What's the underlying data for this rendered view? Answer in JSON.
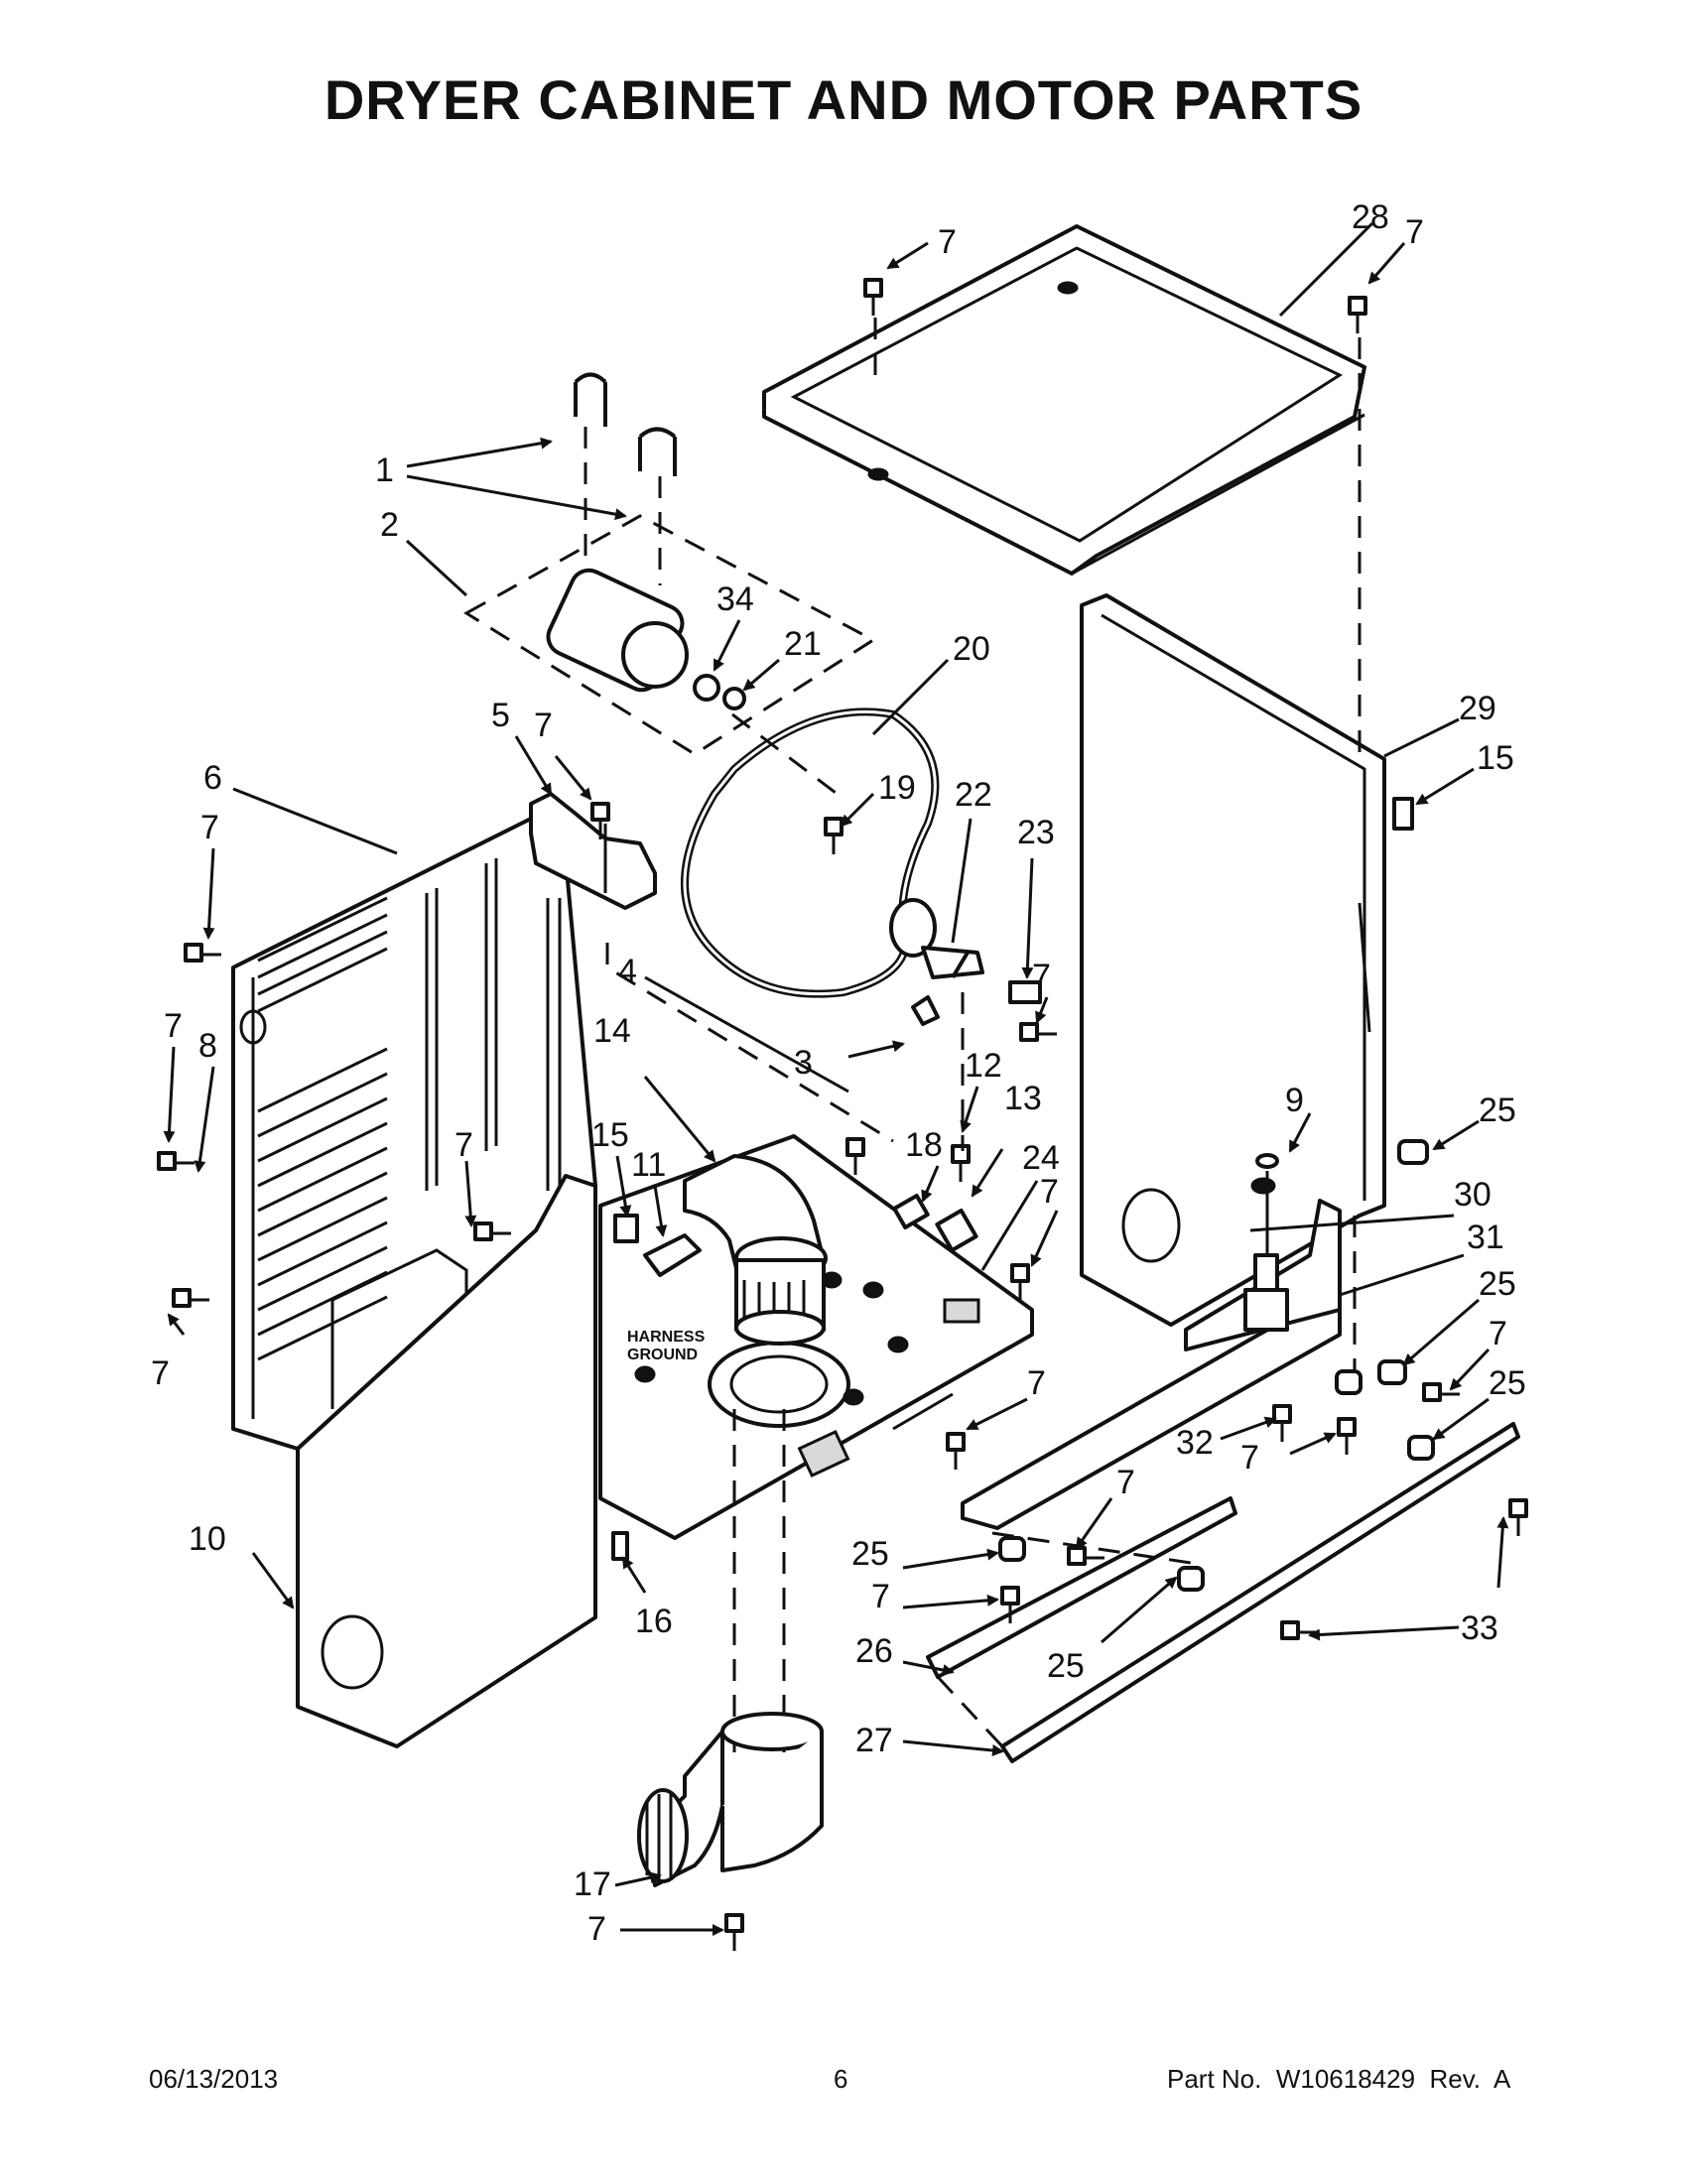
{
  "title": "DRYER CABINET AND MOTOR PARTS",
  "footer": {
    "date": "06/13/2013",
    "page": "6",
    "part_no": "Part No.  W10618429  Rev.  A"
  },
  "labels": {
    "harness": "HARNESS",
    "ground": "GROUND"
  },
  "callouts": [
    "7",
    "28",
    "7",
    "1",
    "2",
    "34",
    "21",
    "20",
    "29",
    "15",
    "5",
    "7",
    "19",
    "22",
    "6",
    "7",
    "23",
    "7",
    "3",
    "7",
    "8",
    "4",
    "14",
    "12",
    "13",
    "9",
    "25",
    "15",
    "11",
    "18",
    "24",
    "7",
    "7",
    "30",
    "31",
    "25",
    "7",
    "7",
    "7",
    "25",
    "32",
    "7",
    "7",
    "10",
    "25",
    "7",
    "16",
    "26",
    "25",
    "33",
    "27",
    "17",
    "7"
  ]
}
